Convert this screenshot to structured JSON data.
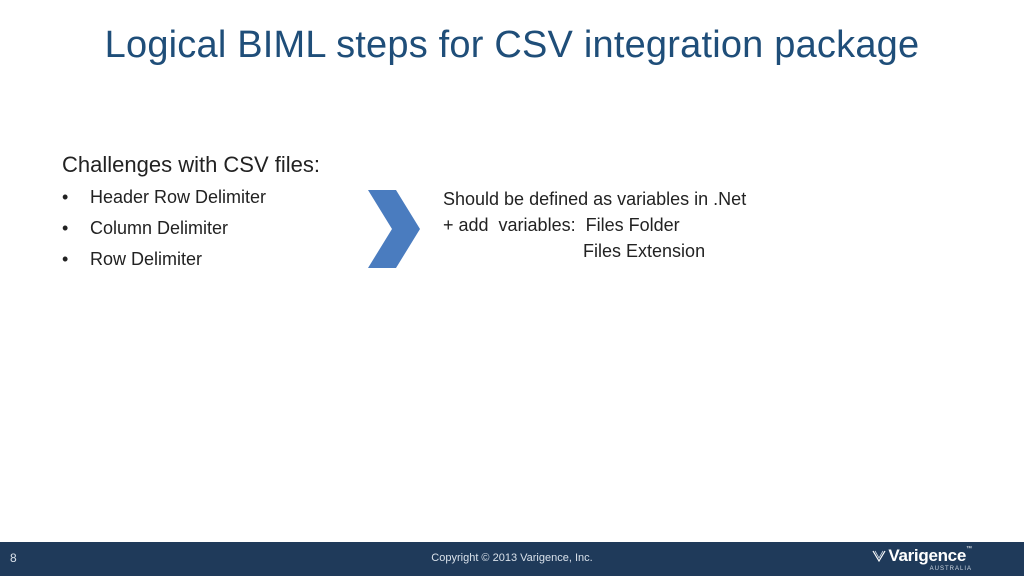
{
  "slide": {
    "title": "Logical BIML steps for CSV integration package",
    "left": {
      "heading": "Challenges with CSV files:",
      "bullet_char": "•",
      "items": [
        "Header Row Delimiter",
        "Column Delimiter",
        "Row Delimiter"
      ]
    },
    "arrow_icon": "chevron-right-icon",
    "right": {
      "lines": [
        "Should be defined as variables in .Net",
        "+ add  variables:  Files Folder",
        "                            Files Extension"
      ]
    }
  },
  "footer": {
    "page_number": "8",
    "copyright": "Copyright © 2013 Varigence, Inc.",
    "logo_text": "Varigence",
    "logo_tm": "™",
    "logo_sub": "AUSTRALIA"
  },
  "colors": {
    "title": "#1f4e79",
    "arrow": "#4a7cbf",
    "footer_bg": "#1f3a5a"
  }
}
